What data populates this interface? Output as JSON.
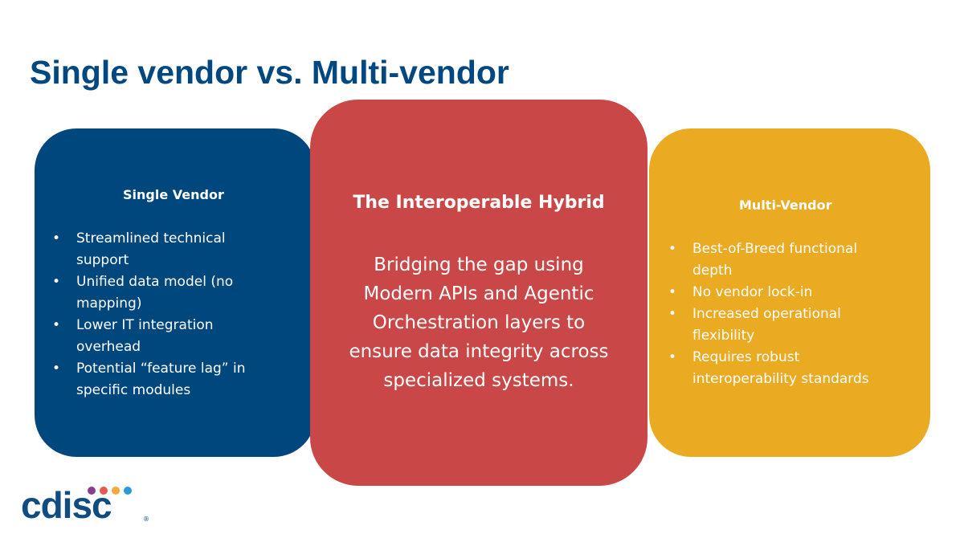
{
  "title": "Single vendor vs. Multi-vendor",
  "cards": {
    "single": {
      "heading": "Single Vendor",
      "color": "#00477e",
      "bullets": [
        "Streamlined technical\nsupport",
        "Unified data model (no\nmapping)",
        "Lower IT integration\noverhead",
        "Potential “feature lag” in\nspecific modules"
      ]
    },
    "hybrid": {
      "heading": "The Interoperable Hybrid",
      "color": "#c94746",
      "body": "Bridging the gap using\nModern APIs and Agentic\nOrchestration layers to\nensure data integrity across\nspecialized systems."
    },
    "multi": {
      "heading": "Multi-Vendor",
      "color": "#eaaa22",
      "bullets": [
        "Best-of-Breed functional\ndepth",
        "No vendor lock-in",
        "Increased operational\nflexibility",
        "Requires robust\ninteroperability standards"
      ]
    }
  },
  "logo": {
    "text": "cdisc",
    "registered": "®",
    "dot_colors": [
      "#8a3e8f",
      "#e35b50",
      "#f2a93b",
      "#2a9bd6"
    ]
  },
  "colors": {
    "title": "#00487f"
  }
}
